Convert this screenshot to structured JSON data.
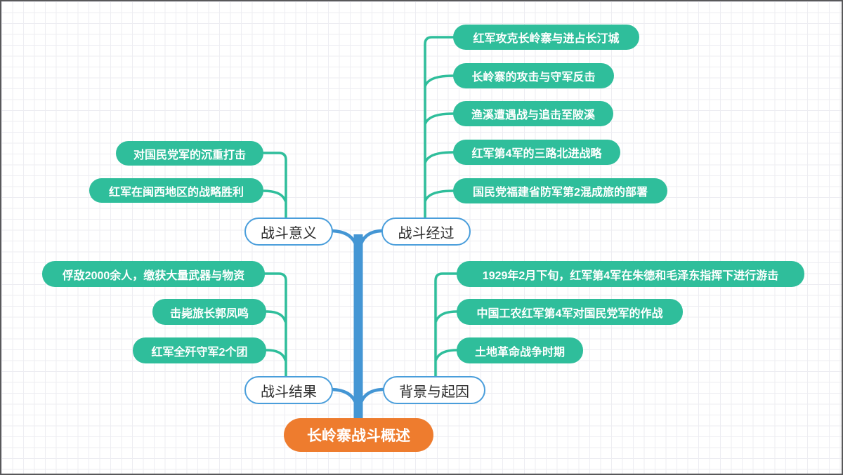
{
  "colors": {
    "leaf_bg": "#2fbe9b",
    "trunk_blue": "#4496d4",
    "branch_border": "#4a9edb",
    "center_bg": "#ee7c2e",
    "grid_line": "#ededf2",
    "frame": "#58585a"
  },
  "mindmap": {
    "root": {
      "label": "长岭寨战斗概述"
    },
    "branches": [
      {
        "label": "战斗意义",
        "children": [
          "对国民党军的沉重打击",
          "红军在闽西地区的战略胜利"
        ]
      },
      {
        "label": "战斗经过",
        "children": [
          "红军攻克长岭寨与进占长汀城",
          "长岭寨的攻击与守军反击",
          "渔溪遭遇战与追击至陂溪",
          "红军第4军的三路北进战略",
          "国民党福建省防军第2混成旅的部署"
        ]
      },
      {
        "label": "战斗结果",
        "children": [
          "俘敌2000余人，缴获大量武器与物资",
          "击毙旅长郭凤鸣",
          "红军全歼守军2个团"
        ]
      },
      {
        "label": "背景与起因",
        "children": [
          "1929年2月下旬，红军第4军在朱德和毛泽东指挥下进行游击",
          "中国工农红军第4军对国民党军的作战",
          "土地革命战争时期"
        ]
      }
    ]
  }
}
